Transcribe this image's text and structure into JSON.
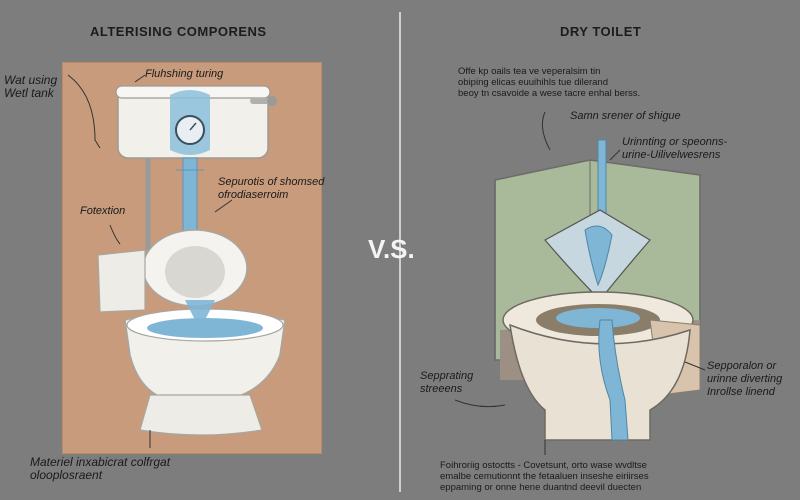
{
  "left": {
    "title": "ALTERISING COMPORENS",
    "labels": {
      "tank": "Wat using\nWetl tank",
      "flush": "Fluhshing turing",
      "separation": "Sepurotis of shomsed\nofrodiaserroim",
      "fotextion": "Fotextion",
      "material": "Materiel inxabicrat colfrgat\nolooplosraent"
    }
  },
  "center": {
    "vs": "V.S."
  },
  "right": {
    "title": "DRY TOILET",
    "labels": {
      "intro": "Offe kp oails tea ve veperalsim tin\nobiping elicas euuihihls tue dilerand\nbeoy tn csavoide a wese tacre enhal berss.",
      "sensor": "Samn srener of shigue",
      "urine": "Urinnting or speonns-\nurine-Uilivelwesrens",
      "streams": "Sepprating\nstreeens",
      "diverting": "Sepporalon or\nurinne diverting\nInrollse linend",
      "footer": "Foihroriig ostoctts - Covetsunt, orto wase wvdltse\nemalbe cemutionnt the fetaaluen inseshe eiriirses\neppaming or onne hene duantnd deevil duecten"
    }
  },
  "colors": {
    "background": "#7d7d7d",
    "wall": "#c79b7b",
    "water": "#7fb6d6",
    "porcelain": "#f2f0ea"
  }
}
